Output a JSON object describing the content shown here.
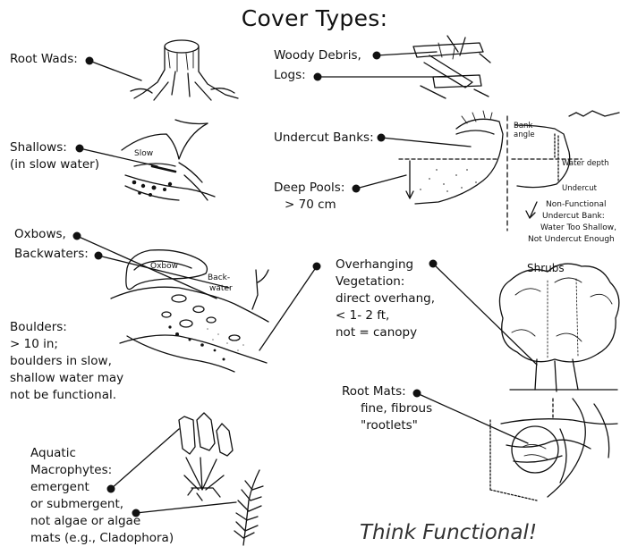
{
  "title": "Cover Types:",
  "labels": {
    "root_wads": "Root Wads:",
    "woody_debris": "Woody Debris,",
    "logs": "Logs:",
    "shallows": "Shallows:",
    "shallows_sub": "(in slow water)",
    "slow_tag": "Slow",
    "undercut_banks": "Undercut Banks:",
    "bank_angle": "Bank angle",
    "water_depth": "Water depth",
    "undercut_tag": "Undercut",
    "deep_pools": "Deep Pools:",
    "deep_pools_depth": "> 70 cm",
    "nonfunctional": [
      "Non-Functional",
      "Undercut Bank:",
      "Water Too Shallow,",
      "Not Undercut Enough"
    ],
    "oxbows": "Oxbows,",
    "backwaters": "Backwaters:",
    "oxbow_tag": "Oxbow",
    "backwater_tag": "Back-",
    "backwater_tag2": "water",
    "boulders": [
      "Boulders:",
      "> 10 in;",
      "boulders in slow,",
      "shallow water may",
      "not be functional."
    ],
    "overhanging": [
      "Overhanging",
      "Vegetation:",
      "direct overhang,",
      "< 1- 2 ft,",
      "not = canopy"
    ],
    "shrubs": "Shrubs",
    "root_mats": [
      "Root Mats:",
      "fine, fibrous",
      "\"rootlets\""
    ],
    "aquatic": [
      "Aquatic",
      "Macrophytes:",
      "emergent",
      "or submergent,",
      "not algae or algae",
      "mats (e.g., Cladophora)"
    ]
  },
  "motto": "Think Functional!"
}
